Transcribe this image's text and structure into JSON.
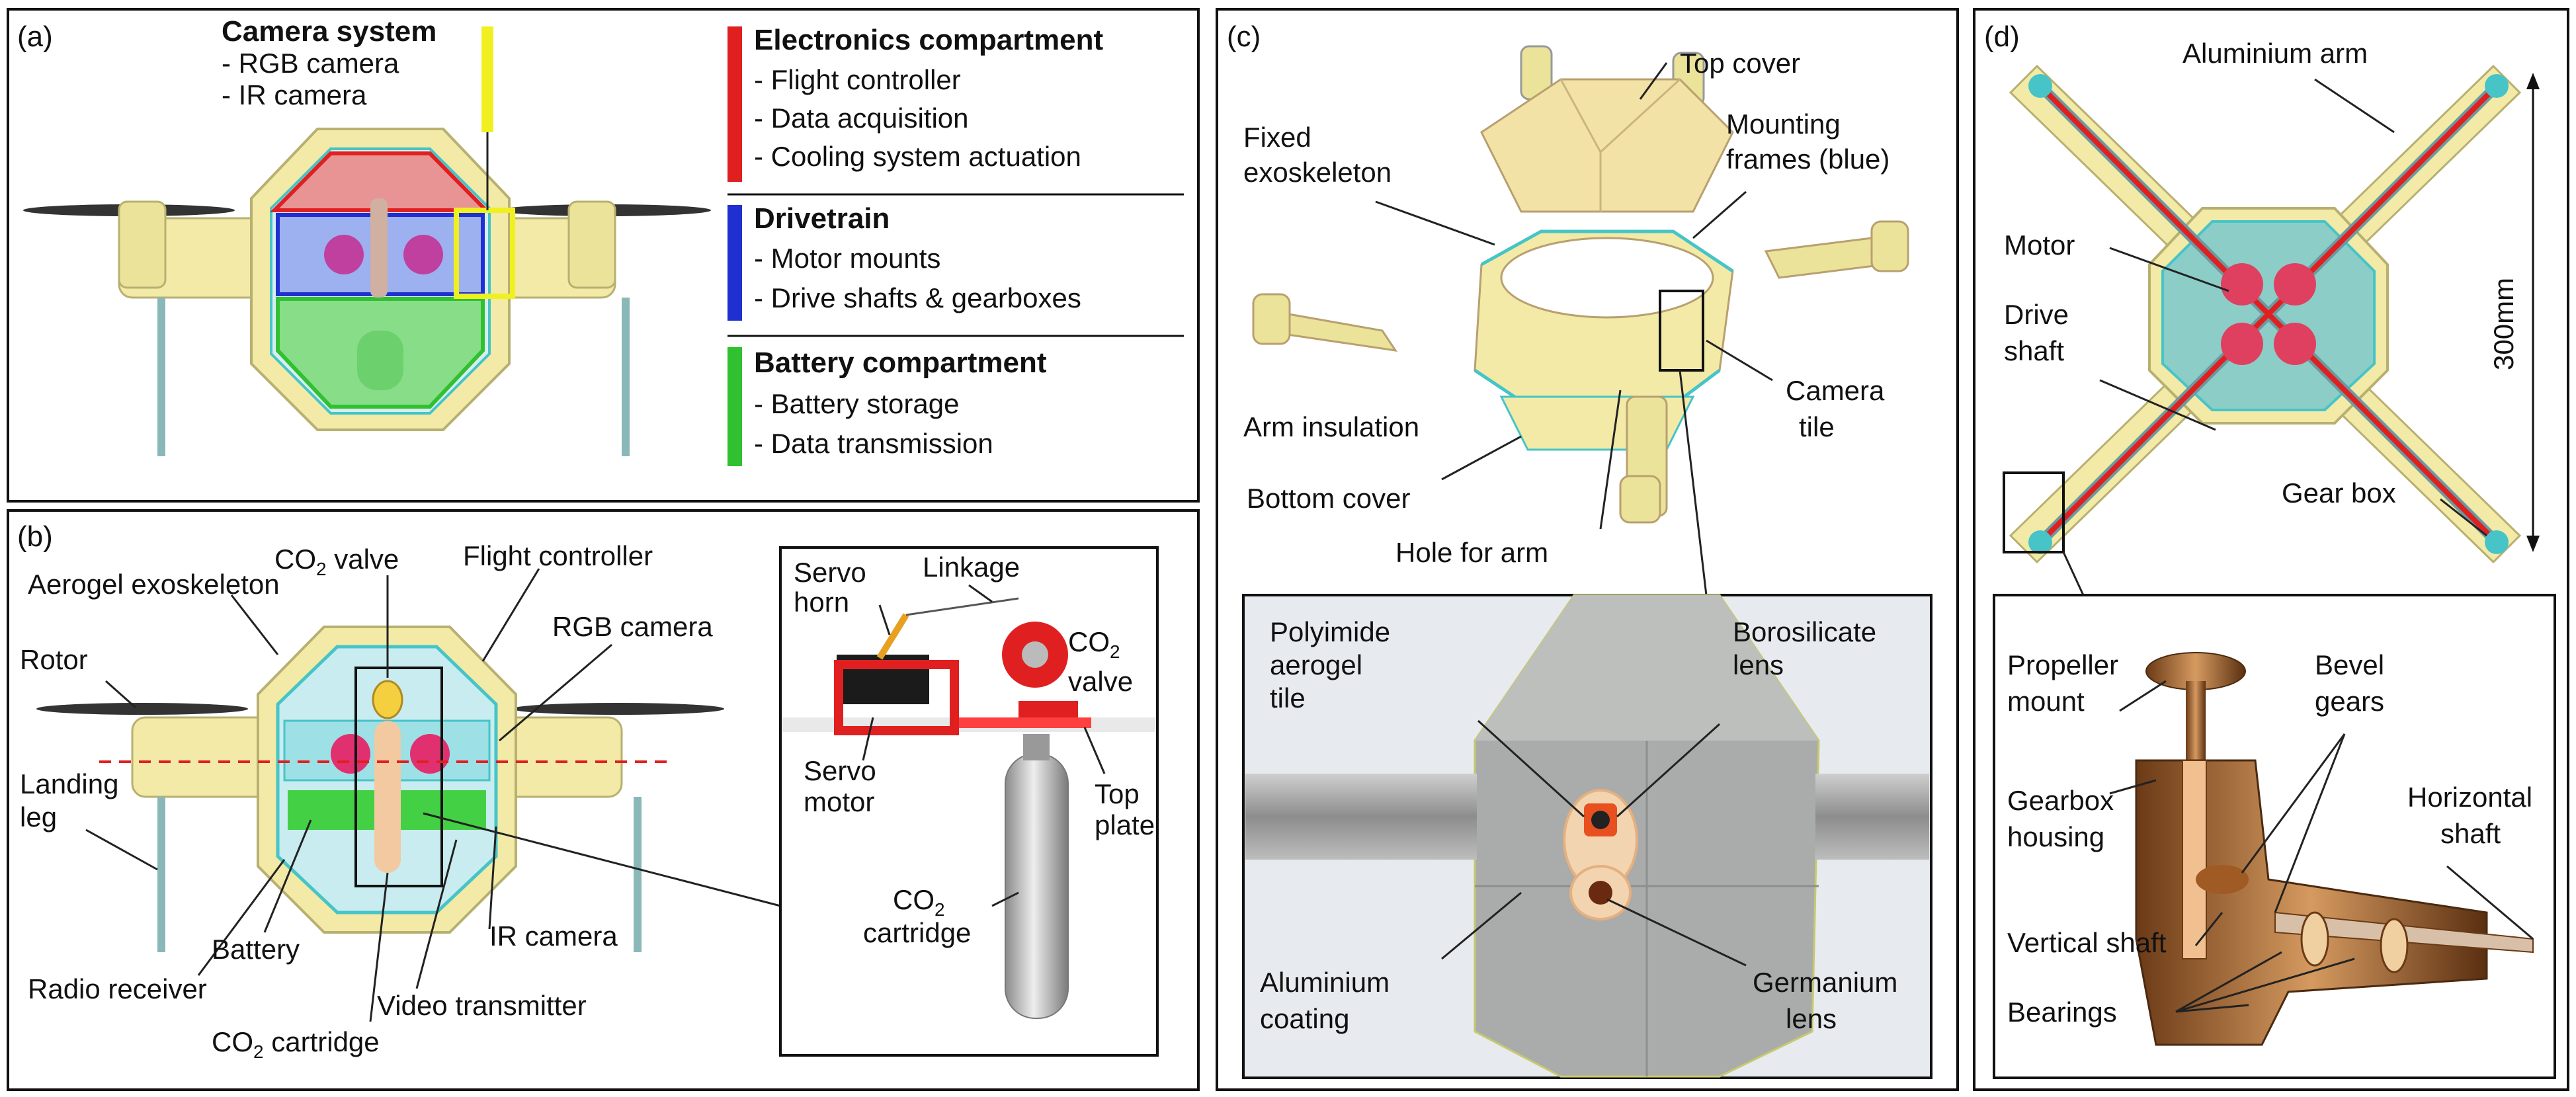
{
  "panels": {
    "a": {
      "tag": "(a)",
      "camera": {
        "title": "Camera system",
        "items": [
          "- RGB camera",
          "- IR camera"
        ]
      },
      "electronics": {
        "title": "Electronics compartment",
        "items": [
          "- Flight controller",
          "- Data acquisition",
          "- Cooling system actuation"
        ]
      },
      "drivetrain": {
        "title": "Drivetrain",
        "items": [
          "- Motor mounts",
          "- Drive shafts & gearboxes"
        ]
      },
      "battery": {
        "title": "Battery compartment",
        "items": [
          "- Battery storage",
          "- Data transmission"
        ]
      }
    },
    "b": {
      "tag": "(b)",
      "co2_valve": "CO",
      "co2_valve_sub": "2",
      "co2_valve_tail": " valve",
      "flight_controller": "Flight controller",
      "aerogel_exoskeleton": "Aerogel exoskeleton",
      "rgb_camera": "RGB camera",
      "rotor": "Rotor",
      "landing_leg_1": "Landing",
      "landing_leg_2": "leg",
      "battery": "Battery",
      "ir_camera": "IR camera",
      "radio_receiver": "Radio receiver",
      "video_transmitter": "Video transmitter",
      "co2_cartridge": "CO",
      "co2_cartridge_sub": "2",
      "co2_cartridge_tail": " cartridge",
      "inset": {
        "servo_horn_1": "Servo",
        "servo_horn_2": "horn",
        "linkage": "Linkage",
        "co2_valve_1": "CO",
        "co2_valve_sub": "2",
        "co2_valve_2": "valve",
        "servo_motor_1": "Servo",
        "servo_motor_2": "motor",
        "top_plate_1": "Top",
        "top_plate_2": "plate",
        "cartridge_1": "CO",
        "cartridge_sub": "2",
        "cartridge_2": "cartridge"
      }
    },
    "c": {
      "tag": "(c)",
      "top_cover": "Top cover",
      "fixed_exo_1": "Fixed",
      "fixed_exo_2": "exoskeleton",
      "mounting_1": "Mounting",
      "mounting_2": "frames (blue)",
      "arm_insulation": "Arm insulation",
      "camera_tile_1": "Camera",
      "camera_tile_2": "tile",
      "bottom_cover": "Bottom cover",
      "hole_for_arm": "Hole for arm",
      "polyimide_1": "Polyimide",
      "polyimide_2": "aerogel",
      "polyimide_3": "tile",
      "borosilicate_1": "Borosilicate",
      "borosilicate_2": "lens",
      "aluminium_1": "Aluminium",
      "aluminium_2": "coating",
      "germanium_1": "Germanium",
      "germanium_2": "lens"
    },
    "d": {
      "tag": "(d)",
      "aluminium_arm": "Aluminium arm",
      "motor": "Motor",
      "drive_1": "Drive",
      "drive_2": "shaft",
      "dimension": "300mm",
      "gear_box": "Gear box",
      "propeller_1": "Propeller",
      "propeller_2": "mount",
      "bevel_1": "Bevel",
      "bevel_2": "gears",
      "gearbox_1": "Gearbox",
      "gearbox_2": "housing",
      "horizontal_1": "Horizontal",
      "horizontal_2": "shaft",
      "vertical_shaft": "Vertical shaft",
      "bearings": "Bearings"
    }
  },
  "colors": {
    "electronics": "#e02020",
    "drivetrain": "#2030d0",
    "battery": "#30c030",
    "camera": "#f0f020",
    "exoskeleton": "#f2eaa6",
    "frame": "#46c4c8",
    "metal": "#a9a9a9",
    "copper": "#b8743a"
  }
}
